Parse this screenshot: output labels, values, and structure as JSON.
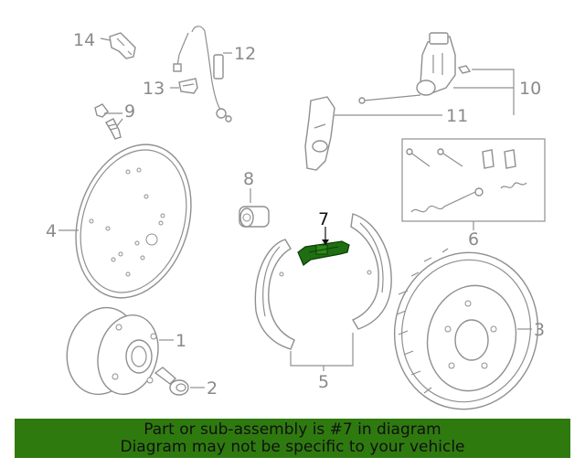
{
  "callouts": {
    "c1": "1",
    "c2": "2",
    "c3": "3",
    "c4": "4",
    "c5": "5",
    "c6": "6",
    "c7": "7",
    "c8": "8",
    "c9": "9",
    "c10": "10",
    "c11": "11",
    "c12": "12",
    "c13": "13",
    "c14": "14"
  },
  "highlighted_part": "7",
  "colors": {
    "highlight": "#1f6e12",
    "banner_bg": "#2f7a0f",
    "line_art": "#8f8f8f"
  },
  "banner": {
    "line1": "Part or sub-assembly is #7 in diagram",
    "line2": "Diagram may not be specific to your vehicle"
  }
}
